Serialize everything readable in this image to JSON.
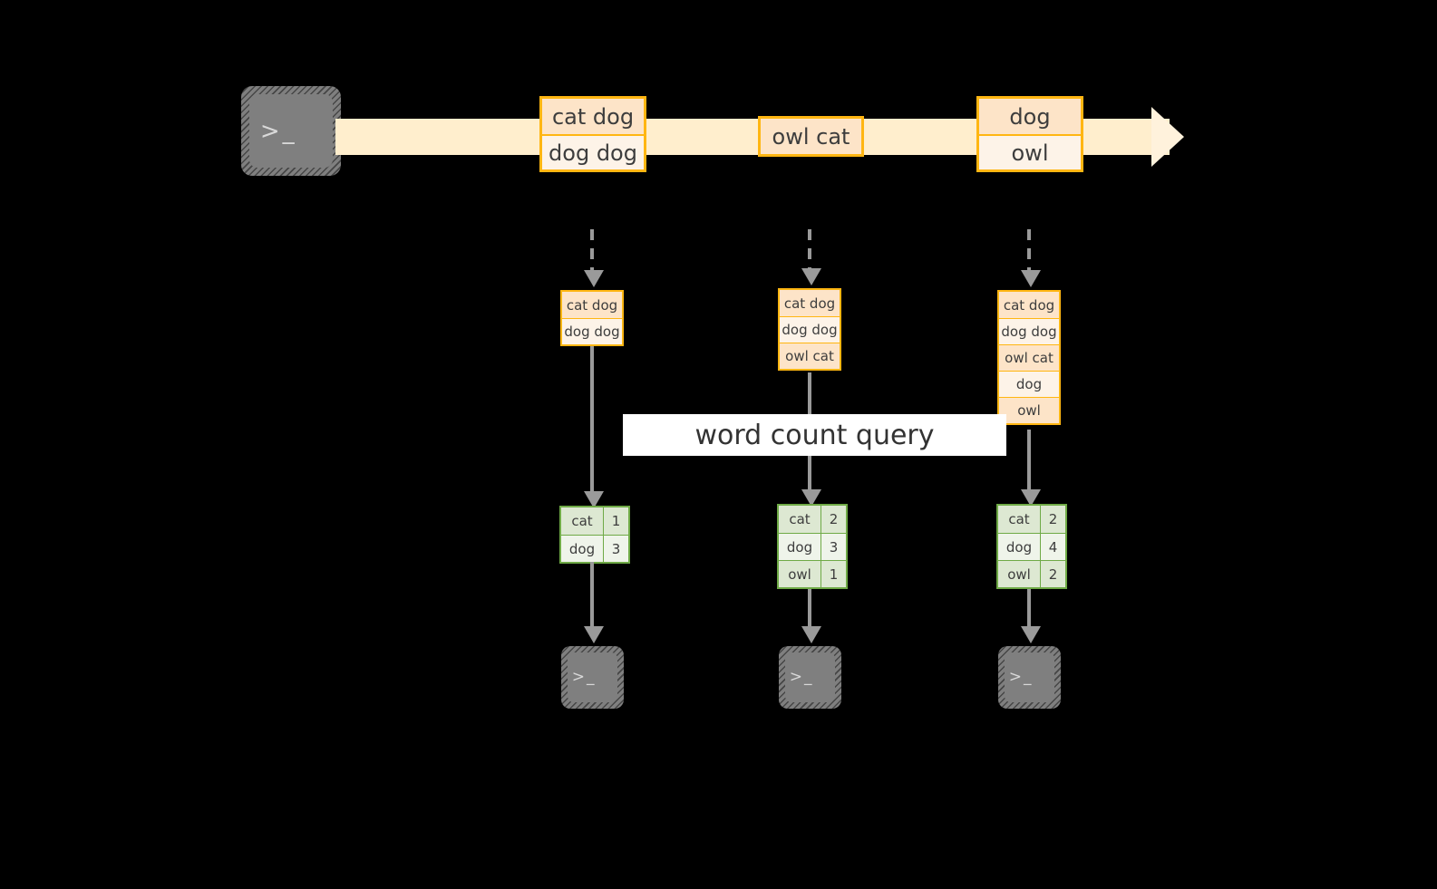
{
  "diagram": {
    "title_label": "word count query",
    "colors": {
      "orange_border": "#ffb612",
      "orange_fill_dark": "#fde4c8",
      "orange_fill_light": "#fdf3e8",
      "green_border": "#6faa46",
      "green_fill_dark": "#dde8d2",
      "green_fill_light": "#eff4ea",
      "stream_band": "#ffeecd",
      "stream_head": "#fff2dc",
      "connector_gray": "#9a9a9a",
      "terminal_gray": "#7f7f7f",
      "background": "#000000"
    },
    "producer_terminal": {
      "icon": "terminal-prompt-icon",
      "glyph": ">_"
    },
    "stream": {
      "icon": "stream-arrow-icon",
      "records": [
        {
          "lines": [
            "cat dog",
            "dog dog"
          ]
        },
        {
          "lines": [
            "owl cat"
          ]
        },
        {
          "lines": [
            "dog",
            "owl"
          ]
        }
      ]
    },
    "columns": [
      {
        "name": "snapshot-1",
        "accumulated": [
          "cat dog",
          "dog dog"
        ],
        "result": {
          "words": [
            "cat",
            "dog"
          ],
          "counts": [
            "1",
            "3"
          ]
        },
        "consumer_terminal": {
          "icon": "terminal-prompt-icon",
          "glyph": ">_"
        }
      },
      {
        "name": "snapshot-2",
        "accumulated": [
          "cat dog",
          "dog dog",
          "owl cat"
        ],
        "result": {
          "words": [
            "cat",
            "dog",
            "owl"
          ],
          "counts": [
            "2",
            "3",
            "1"
          ]
        },
        "consumer_terminal": {
          "icon": "terminal-prompt-icon",
          "glyph": ">_"
        }
      },
      {
        "name": "snapshot-3",
        "accumulated": [
          "cat dog",
          "dog dog",
          "owl cat",
          "dog",
          "owl"
        ],
        "result": {
          "words": [
            "cat",
            "dog",
            "owl"
          ],
          "counts": [
            "2",
            "4",
            "2"
          ]
        },
        "consumer_terminal": {
          "icon": "terminal-prompt-icon",
          "glyph": ">_"
        }
      }
    ]
  }
}
